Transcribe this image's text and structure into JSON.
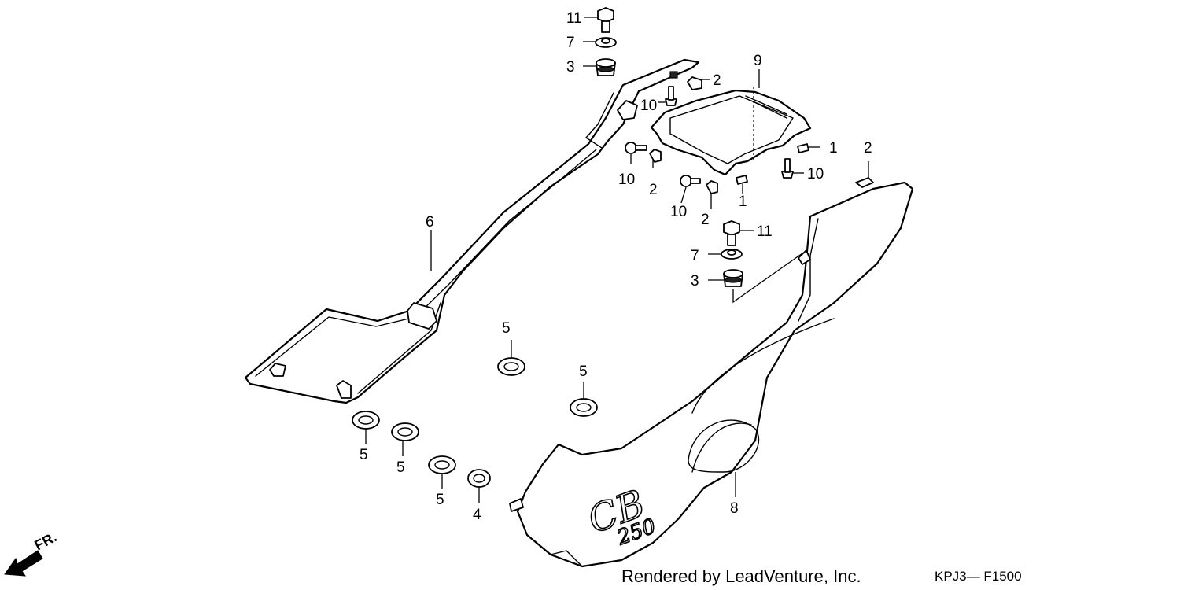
{
  "callouts": {
    "c11a": "11",
    "c7a": "7",
    "c3a": "3",
    "c2a": "2",
    "c10a": "10",
    "c9": "9",
    "c1a": "1",
    "c1b": "1",
    "c2b": "2",
    "c10b": "10",
    "c2c": "2",
    "c10c": "10",
    "c2d": "2",
    "c10d": "10",
    "c11b": "11",
    "c7b": "7",
    "c3b": "3",
    "c6": "6",
    "c5a": "5",
    "c5b": "5",
    "c5c": "5",
    "c5d": "5",
    "c5e": "5",
    "c4": "4",
    "c8": "8"
  },
  "direction": "FR.",
  "panel_logo": {
    "letters": "CB",
    "model": "250"
  },
  "footer": {
    "credit": "Rendered by LeadVenture, Inc.",
    "diagram_code": "KPJ3— F1500"
  }
}
